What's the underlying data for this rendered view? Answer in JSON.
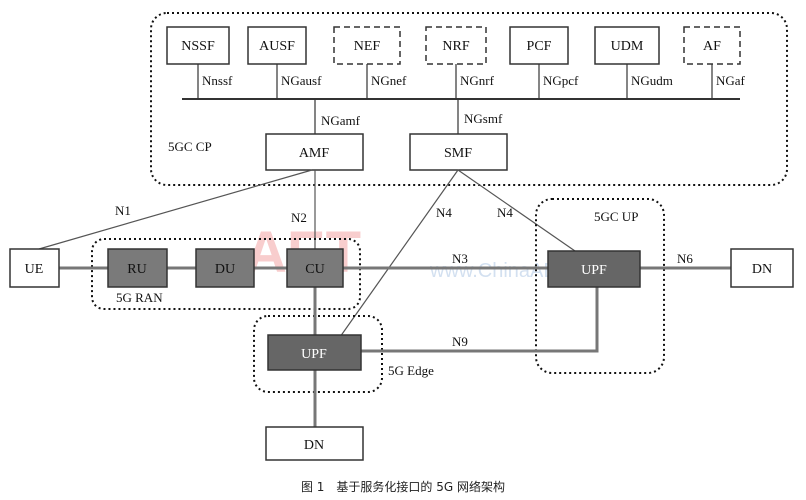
{
  "control_plane": {
    "label": "5GC CP",
    "nfs": [
      {
        "name": "NSSF",
        "interface": "Nnssf"
      },
      {
        "name": "AUSF",
        "interface": "NGausf"
      },
      {
        "name": "NEF",
        "interface": "NGnef"
      },
      {
        "name": "NRF",
        "interface": "NGnrf"
      },
      {
        "name": "PCF",
        "interface": "NGpcf"
      },
      {
        "name": "UDM",
        "interface": "NGudm"
      },
      {
        "name": "AF",
        "interface": "NGaf"
      }
    ],
    "amf": {
      "name": "AMF",
      "interface": "NGamf"
    },
    "smf": {
      "name": "SMF",
      "interface": "NGsmf"
    }
  },
  "ran": {
    "label": "5G RAN",
    "nodes": [
      "RU",
      "DU",
      "CU"
    ]
  },
  "ue": "UE",
  "user_plane": {
    "label": "5GC UP",
    "upf": "UPF"
  },
  "edge": {
    "label": "5G Edge",
    "upf": "UPF"
  },
  "dn_right": "DN",
  "dn_bottom": "DN",
  "links": {
    "n1": "N1",
    "n2": "N2",
    "n3": "N3",
    "n4_edge": "N4",
    "n4_up": "N4",
    "n6": "N6",
    "n9": "N9"
  },
  "watermark": {
    "logo": "AET",
    "url": "www.ChinaAET.com"
  },
  "caption": "图 1　基于服务化接口的 5G 网络架构"
}
